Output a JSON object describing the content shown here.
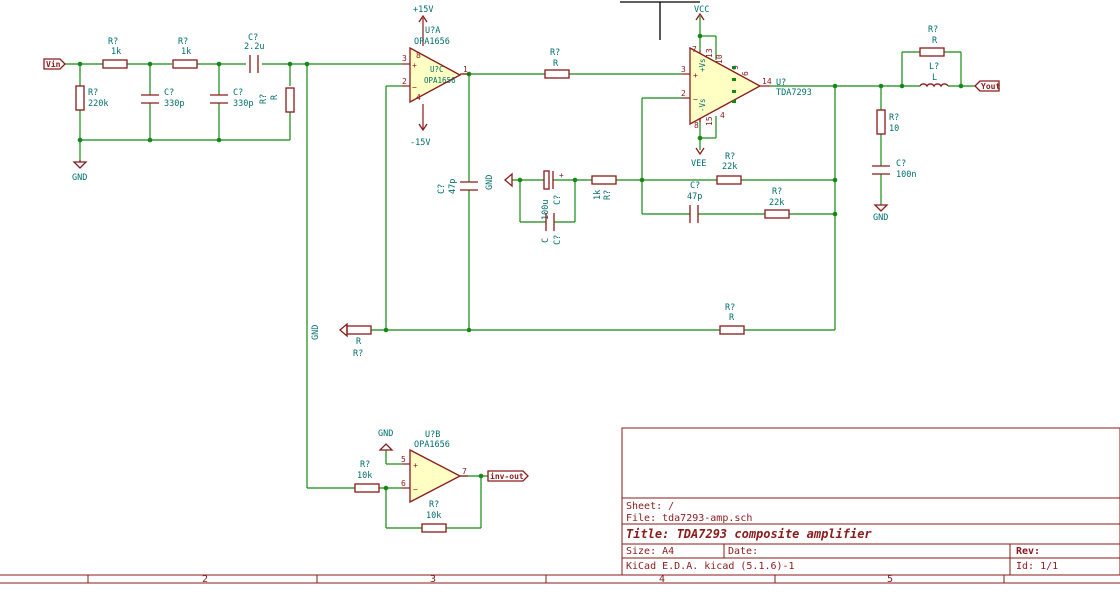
{
  "schematic": {
    "ports": {
      "vin": "Vin",
      "yout": "Yout",
      "inv_out": "inv-out"
    },
    "power": {
      "gnd": "GND",
      "p15v": "+15V",
      "m15v": "-15V",
      "vcc": "VCC",
      "vee": "VEE"
    },
    "input_network": {
      "r1": {
        "ref": "R?",
        "value": "1k"
      },
      "r2": {
        "ref": "R?",
        "value": "1k"
      },
      "r_shunt": {
        "ref": "R?",
        "value": "220k"
      },
      "c1": {
        "ref": "C?",
        "value": "330p"
      },
      "c2": {
        "ref": "C?",
        "value": "330p"
      },
      "c_coupling": {
        "ref": "C?",
        "value": "2.2u"
      },
      "r_bias": {
        "ref": "R?",
        "value": "R"
      }
    },
    "u7a": {
      "ref": "U?A",
      "value": "OPA1656",
      "inner_ref": "U?C",
      "inner_val": "OPA1656",
      "pins": [
        "3",
        "2",
        "1",
        "8",
        "4"
      ]
    },
    "u7b": {
      "ref": "U?B",
      "value": "OPA1656",
      "pins": [
        "5",
        "6",
        "7"
      ],
      "r_in": {
        "ref": "R?",
        "value": "10k"
      },
      "r_fb": {
        "ref": "R?",
        "value": "10k"
      }
    },
    "u_power": {
      "ref": "U?",
      "value": "TDA7293",
      "pins": [
        "3",
        "2",
        "7",
        "13",
        "10",
        "9",
        "6",
        "8",
        "15",
        "4",
        "14"
      ]
    },
    "r_mid": {
      "ref": "R?",
      "value": "R"
    },
    "c_feedback_opa": {
      "ref": "C?",
      "value": "47p"
    },
    "c_bootstrap": {
      "ref": "C?",
      "value": "100u"
    },
    "c_bootstrap2": {
      "ref": "C?",
      "value": "C"
    },
    "r_1k": {
      "ref": "R?",
      "value": "1k"
    },
    "r_22k_a": {
      "ref": "R?",
      "value": "22k"
    },
    "c_47p_b": {
      "ref": "C?",
      "value": "47p"
    },
    "r_22k_b": {
      "ref": "R?",
      "value": "22k"
    },
    "r_gnd": {
      "ref": "R?",
      "value": "R"
    },
    "r_outer_fb": {
      "ref": "R?",
      "value": "R"
    },
    "zobel_r": {
      "ref": "R?",
      "value": "10"
    },
    "zobel_c": {
      "ref": "C?",
      "value": "100n"
    },
    "out_r": {
      "ref": "R?",
      "value": "R"
    },
    "out_l": {
      "ref": "L?",
      "value": "L"
    }
  },
  "title_block": {
    "sheet": "Sheet: /",
    "file": "File: tda7293-amp.sch",
    "title": "Title: TDA7293 composite amplifier",
    "size": "Size: A4",
    "date": "Date:",
    "rev": "Rev:",
    "tool": "KiCad E.D.A.  kicad (5.1.6)-1",
    "id": "Id: 1/1"
  },
  "frame": {
    "columns": [
      "2",
      "3",
      "4",
      "5"
    ]
  }
}
